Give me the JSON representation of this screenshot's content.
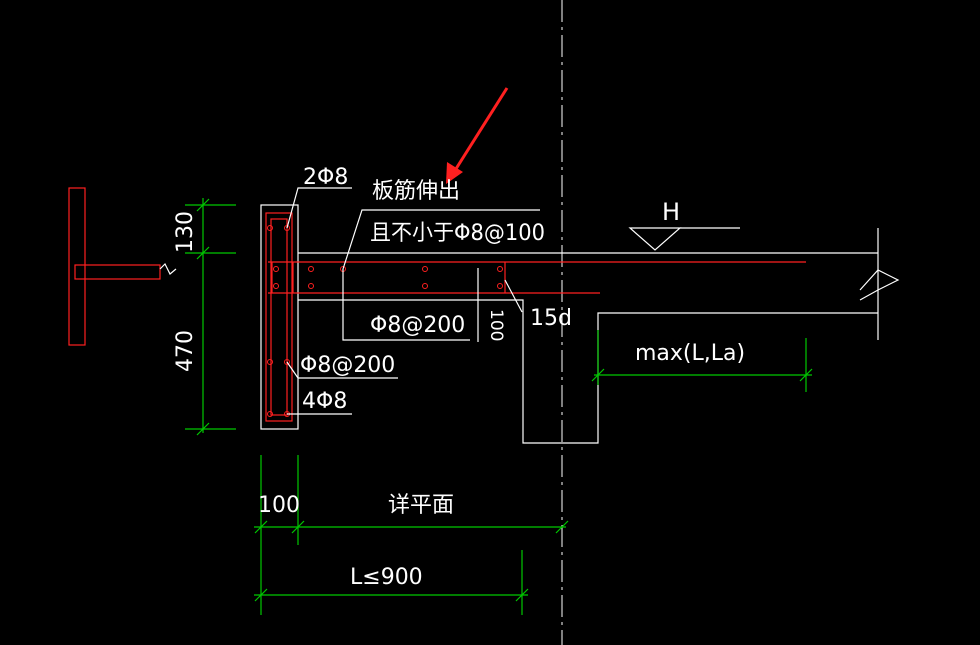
{
  "labels": {
    "bar_top_corner": "2Φ8",
    "slab_extend": "板筋伸出",
    "not_less_than": "且不小于Φ8@100",
    "stirrup_mid": "Φ8@200",
    "side_100": "100",
    "anchor_15d": "15d",
    "stirrup_low": "Φ8@200",
    "bar_bottom_corner": "4Φ8",
    "dim_130": "130",
    "dim_470": "470",
    "level_mark": "H",
    "anchor_max": "max(L,La)",
    "dim_100": "100",
    "see_plan": "详平面",
    "dim_L": "L≤900"
  },
  "colors": {
    "background": "#000000",
    "line": "#ffffff",
    "dimension": "#00c800",
    "rebar": "#ff2020",
    "arrow": "#ff2020"
  },
  "icons": {
    "break_mark": "zigzag-break-icon",
    "level_symbol": "elevation-triangle-icon",
    "pointer": "red-arrow-icon"
  }
}
